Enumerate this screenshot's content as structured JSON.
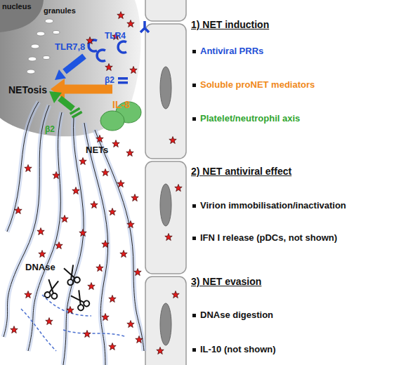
{
  "diagram": {
    "labels": [
      "nucleus",
      "granules",
      "TLR7,8",
      "TLR4",
      "β2",
      "NETosis",
      "IL-8",
      "β2",
      "NETs",
      "DNAse",
      "1) NET induction",
      "Antiviral PRRs",
      "Soluble proNET mediators",
      "Platelet/neutrophil axis",
      "2) NET antiviral effect",
      "Virion immobilisation/inactivation",
      "IFN I release (pDCs, not shown)",
      "3) NET evasion",
      "DNAse digestion",
      "IL-10 (not shown)"
    ]
  }
}
